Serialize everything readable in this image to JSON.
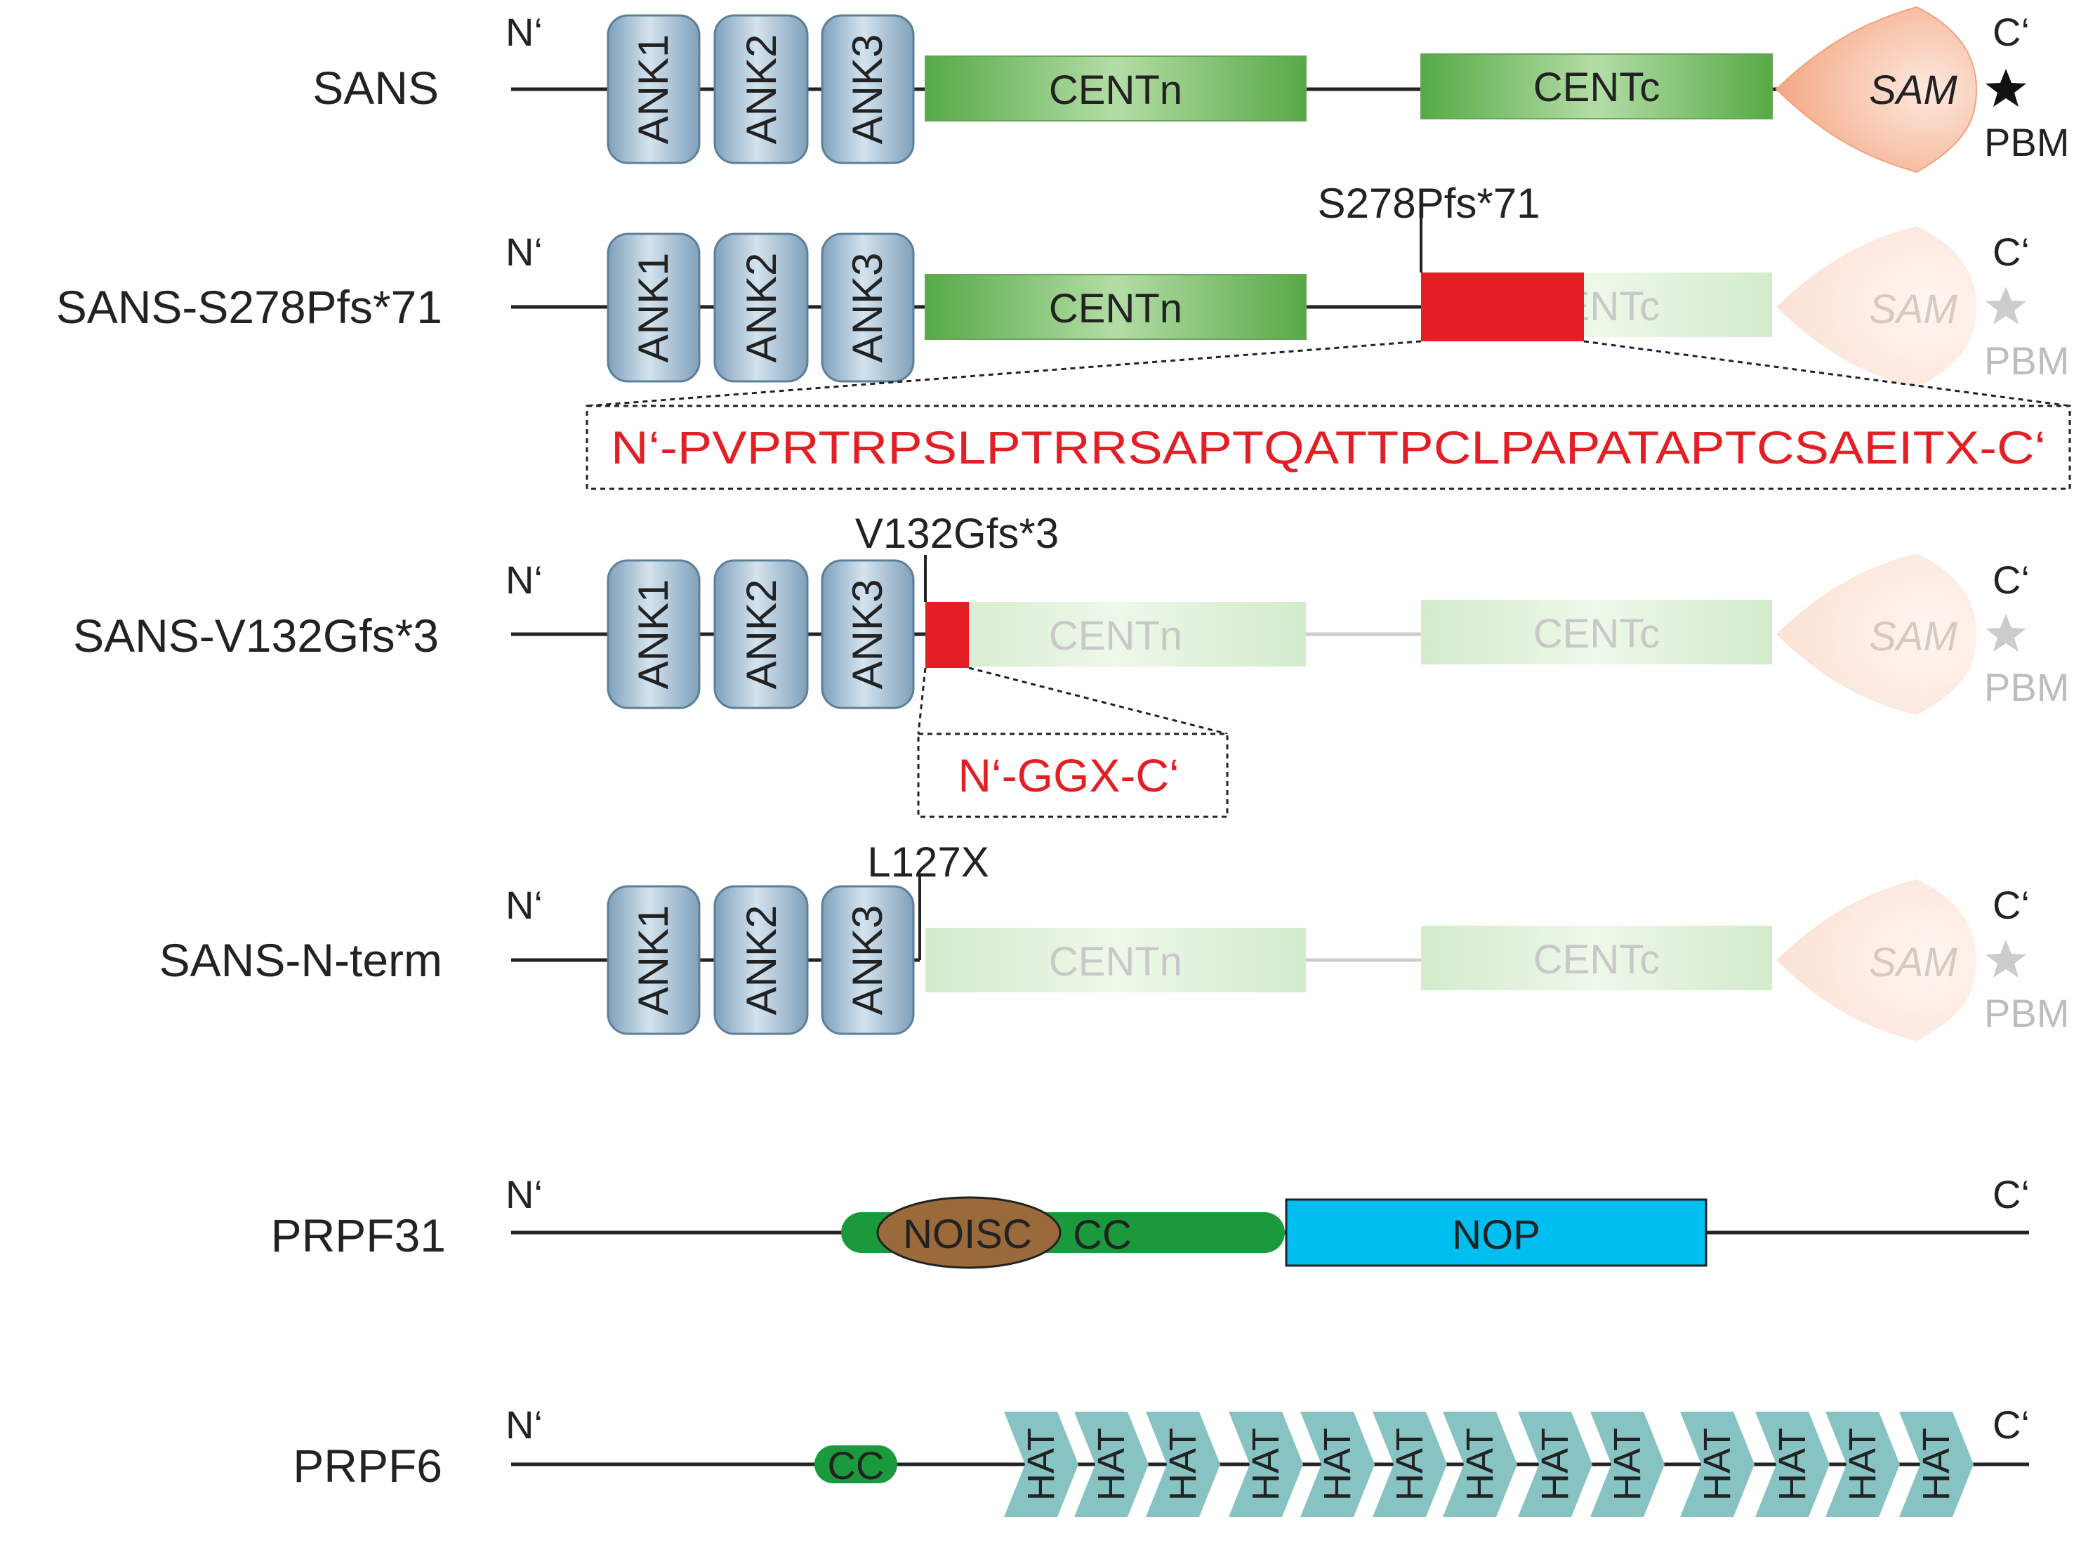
{
  "colors": {
    "ank_fill_top": "#c5d8e6",
    "ank_fill_bottom": "#7fa3bd",
    "ank_stroke": "#5d7f98",
    "cent_fill": "#8cc87a",
    "cent_stroke": "#6aa35b",
    "sam_fill": "#f7b28f",
    "mutation_red": "#e31e24",
    "cc_green": "#1a9a3c",
    "noisc_brown": "#9a6a3a",
    "nop_blue": "#00bef0",
    "hat_teal": "#88c3c3",
    "line_dark": "#222222",
    "line_faded": "#cccccc",
    "text_faded": "#bdbdbd"
  },
  "labels": {
    "n_term": "N‘",
    "c_term": "C‘",
    "pbm": "PBM",
    "ank1": "ANK1",
    "ank2": "ANK2",
    "ank3": "ANK3",
    "centn": "CENTn",
    "centc": "CENTc",
    "sam": "SAM",
    "noisc": "NOISC",
    "cc": "CC",
    "nop": "NOP",
    "hat": "HAT"
  },
  "rows": [
    {
      "name": "SANS"
    },
    {
      "name": "SANS-S278Pfs*71",
      "mutation": "S278Pfs*71",
      "inset_sequence": "N‘-PVPRTRPSLPTRRSAPTQATTPCLPAPATAPTCSAEITX-C‘"
    },
    {
      "name": "SANS-V132Gfs*3",
      "mutation": "V132Gfs*3",
      "inset_sequence": "N‘-GGX-C‘"
    },
    {
      "name": "SANS-N-term",
      "mutation": "L127X"
    },
    {
      "name": "PRPF31"
    },
    {
      "name": "PRPF6"
    }
  ]
}
